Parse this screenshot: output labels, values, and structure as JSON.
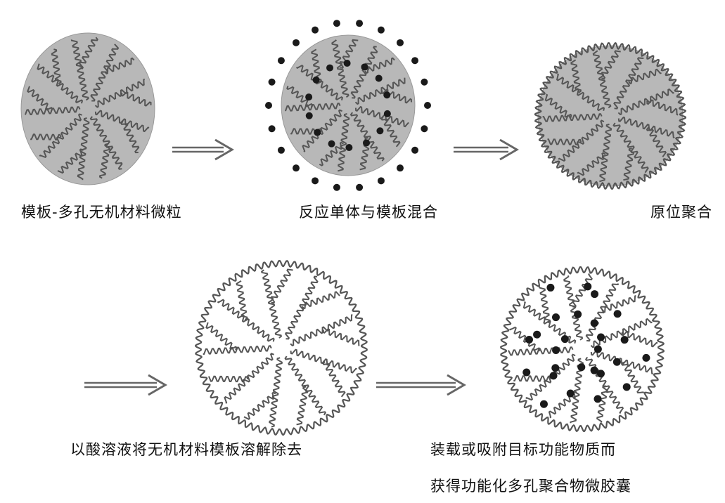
{
  "steps": [
    {
      "label": "模板-多孔无机材料微粒"
    },
    {
      "label": "反应单体与模板混合"
    },
    {
      "label": "原位聚合"
    },
    {
      "label": "以酸溶液将无机材料模板溶解除去"
    },
    {
      "label_line1": "装载或吸附目标功能物质而",
      "label_line2": "获得功能化多孔聚合物微胶囊"
    }
  ],
  "colors": {
    "template_fill": "#b8b8b8",
    "polymer": "#555555",
    "dot": "#1a1a1a",
    "arrow": "#666666"
  }
}
